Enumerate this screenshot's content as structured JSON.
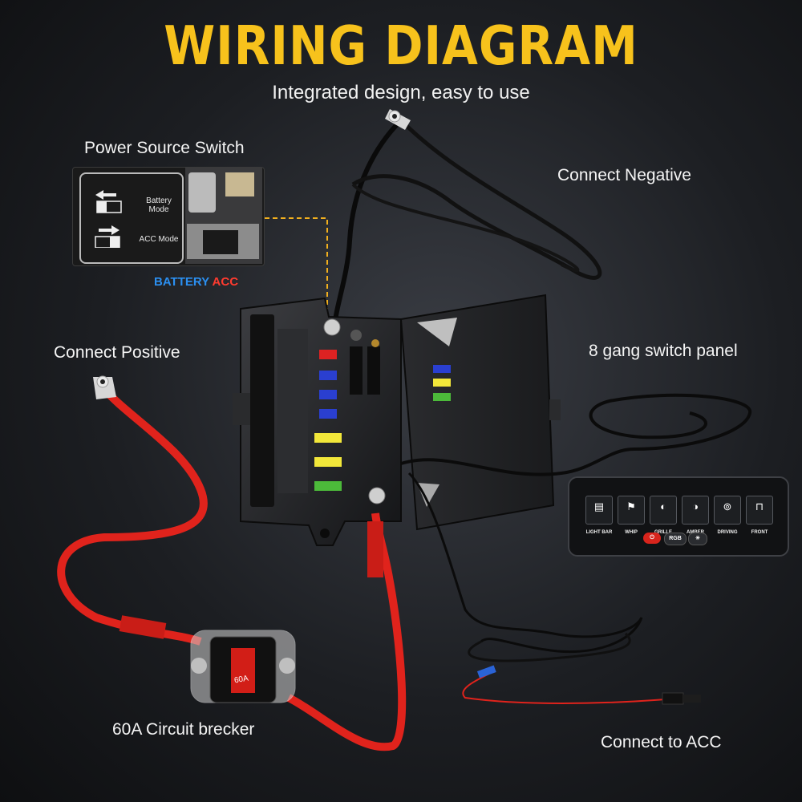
{
  "header": {
    "title": "WIRING DIAGRAM",
    "subtitle": "Integrated design, easy to use"
  },
  "labels": {
    "power_source_switch": "Power Source Switch",
    "connect_negative": "Connect Negative",
    "connect_positive": "Connect Positive",
    "switch_panel": "8 gang switch panel",
    "circuit_breaker": "60A Circuit brecker",
    "connect_acc": "Connect to ACC"
  },
  "power_switch": {
    "battery_mode": "Battery Mode",
    "acc_mode": "ACC Mode",
    "battery_legend": "BATTERY",
    "acc_legend": "ACC"
  },
  "switch_panel": {
    "buttons": [
      {
        "label": "LIGHT BAR",
        "icon": "lightbar-icon",
        "glyph": "▤"
      },
      {
        "label": "WHIP",
        "icon": "flag-icon",
        "glyph": "⚑"
      },
      {
        "label": "GRILLE",
        "icon": "headlight-icon",
        "glyph": "◐"
      },
      {
        "label": "AMBER",
        "icon": "amber-light-icon",
        "glyph": "◑"
      },
      {
        "label": "DRIVING",
        "icon": "driving-light-icon",
        "glyph": "⊚"
      },
      {
        "label": "FRONT",
        "icon": "front-light-icon",
        "glyph": "⊓"
      }
    ],
    "power_glyph": "⏻",
    "rgb_label": "RGB",
    "brightness_glyph": "☀"
  },
  "breaker": {
    "rating": "60A"
  },
  "colors": {
    "title": "#f7c21c",
    "positive_cable": "#e0231c",
    "negative_cable": "#0a0a0a",
    "battery": "#2b8ff0",
    "acc": "#ff3b2f",
    "guide_line": "#f2b01e"
  }
}
